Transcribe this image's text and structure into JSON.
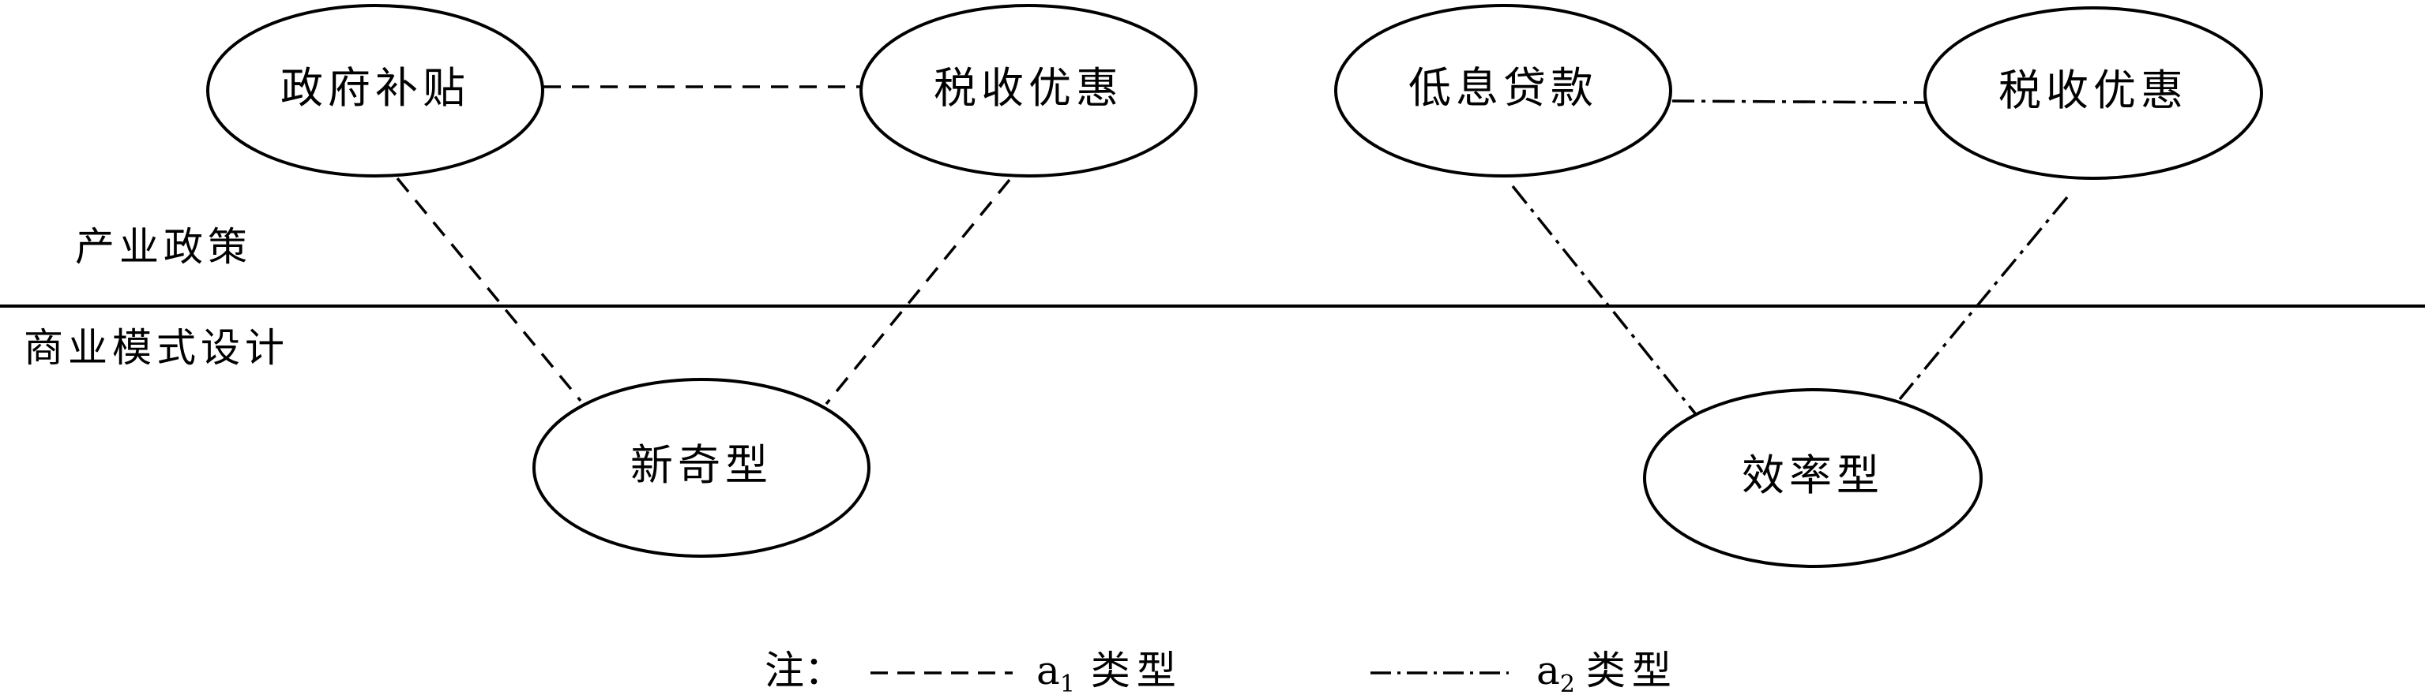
{
  "diagram": {
    "layers": {
      "upper": "产业政策",
      "lower": "商业模式设计"
    },
    "nodes": {
      "gov_subsidy": "政府补贴",
      "tax_pref_left": "税收优惠",
      "low_interest_loan": "低息贷款",
      "tax_pref_right": "税收优惠",
      "novelty": "新奇型",
      "efficiency": "效率型"
    },
    "edges": [
      {
        "from": "gov_subsidy",
        "to": "tax_pref_left",
        "style": "a1"
      },
      {
        "from": "gov_subsidy",
        "to": "novelty",
        "style": "a1"
      },
      {
        "from": "tax_pref_left",
        "to": "novelty",
        "style": "a1"
      },
      {
        "from": "low_interest_loan",
        "to": "tax_pref_right",
        "style": "a2"
      },
      {
        "from": "low_interest_loan",
        "to": "efficiency",
        "style": "a2"
      },
      {
        "from": "tax_pref_right",
        "to": "efficiency",
        "style": "a2"
      }
    ],
    "legend": {
      "note": "注：",
      "a1_letter": "a",
      "a1_sub": "1",
      "a1_text": "类型",
      "a2_letter": "a",
      "a2_sub": "2",
      "a2_text": "类型"
    },
    "line_styles": {
      "a1": "dashed",
      "a2": "dash-dot"
    }
  }
}
